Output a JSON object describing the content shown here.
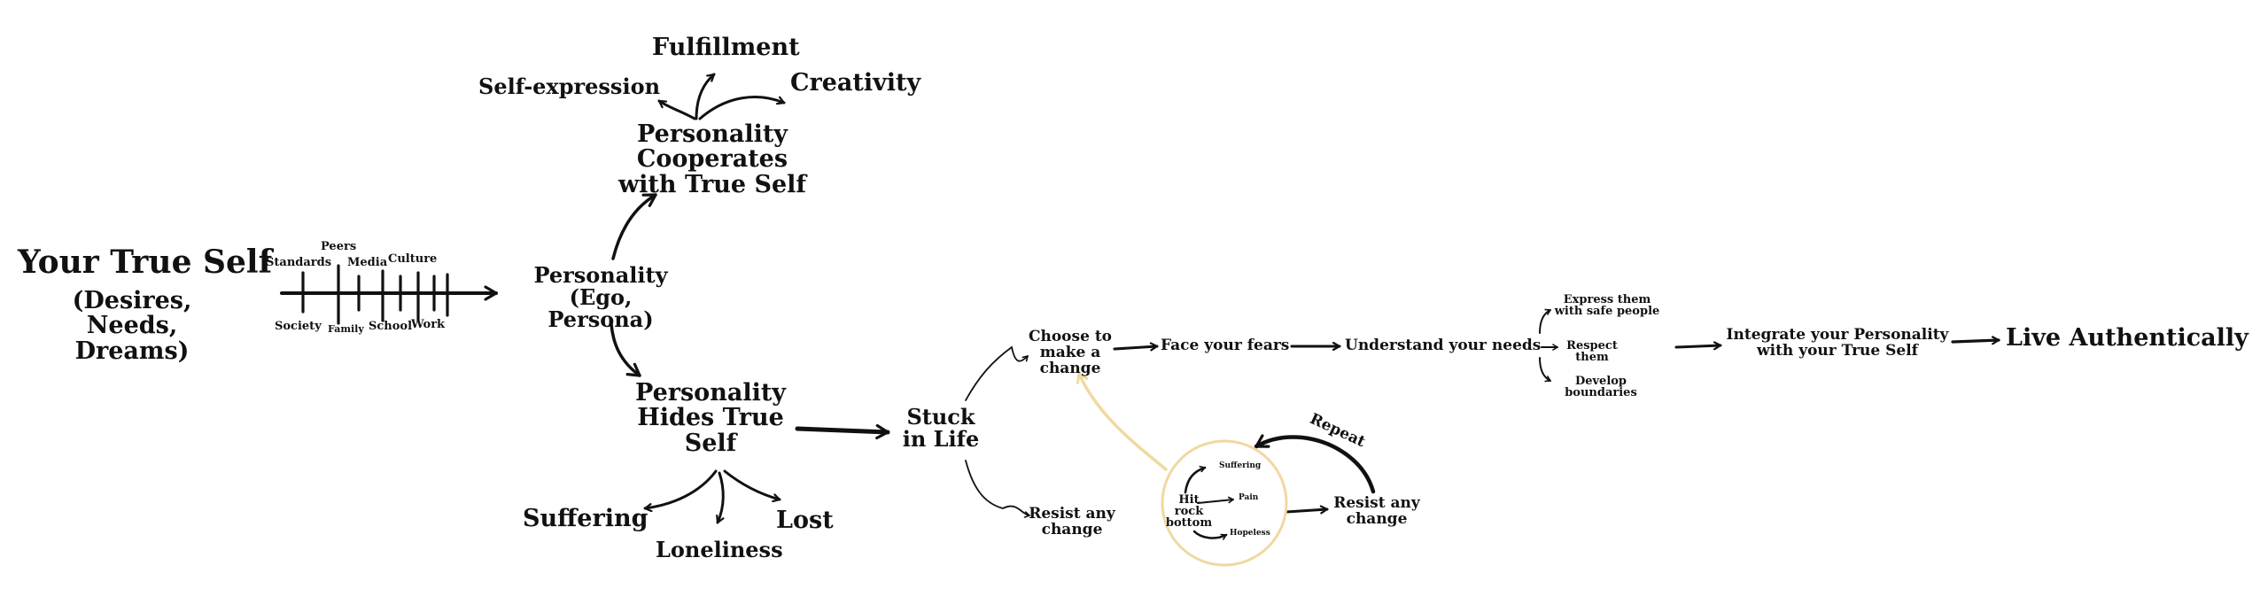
{
  "true_self": {
    "title": "Your True Self",
    "subtitle": "(Desires, Needs, Dreams)"
  },
  "influences": {
    "top": [
      "Standards",
      "Peers",
      "Media",
      "Culture"
    ],
    "bottom": [
      "Society",
      "Family",
      "School",
      "Work"
    ]
  },
  "personality": "Personality (Ego, Persona)",
  "cooperates": {
    "label": "Personality Cooperates with True Self",
    "outcomes": {
      "left": "Self-expression",
      "top": "Fulfillment",
      "right": "Creativity"
    }
  },
  "hides": {
    "label": "Personality Hides True Self",
    "outcomes": {
      "left": "Suffering",
      "middle": "Loneliness",
      "right": "Lost"
    }
  },
  "stuck": "Stuck in Life",
  "choose": "Choose to make a change",
  "resist": "Resist any change",
  "rock_bottom": {
    "label": "Hit rock bottom",
    "items": [
      "Suffering",
      "Pain",
      "Hopeless"
    ],
    "accent_color": "#F0D9A0"
  },
  "repeat": "Repeat",
  "resist_again": "Resist any change",
  "steps": [
    "Face your fears",
    "Understand your needs"
  ],
  "needs": [
    "Express them with safe people",
    "Respect them",
    "Develop boundaries"
  ],
  "integrate": "Integrate your Personality with your True Self",
  "final": "Live Authentically"
}
